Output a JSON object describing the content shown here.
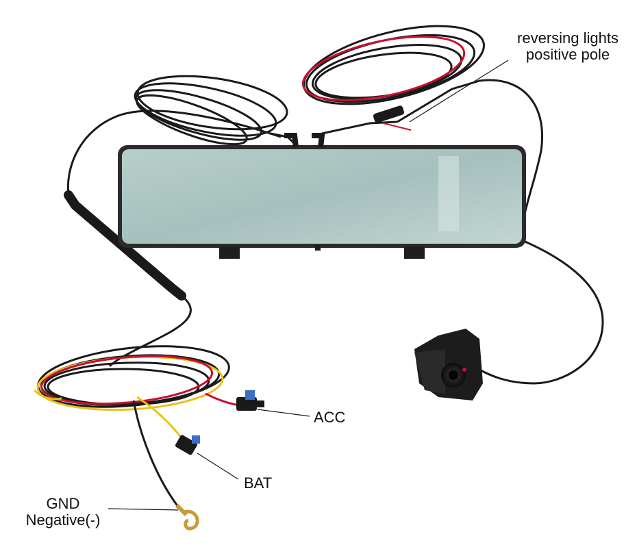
{
  "labels": {
    "reversing": {
      "line1": "reversing lights",
      "line2": "positive pole"
    },
    "acc": "ACC",
    "bat": "BAT",
    "gnd": {
      "line1": "GND",
      "line2": "Negative(-)"
    }
  },
  "colors": {
    "cable": "#1a1a1a",
    "red_wire": "#c8102e",
    "yellow_wire": "#e8c21a",
    "mirror_glass": "#a9c3c0",
    "mirror_frame": "#2b2b2b",
    "terminal": "#c89b3c",
    "fuse": "#3a6fc4"
  },
  "icons": [
    "rearview-mirror-dashcam",
    "backup-camera",
    "fuse-tap-acc",
    "fuse-tap-bat",
    "ground-ring-terminal"
  ]
}
